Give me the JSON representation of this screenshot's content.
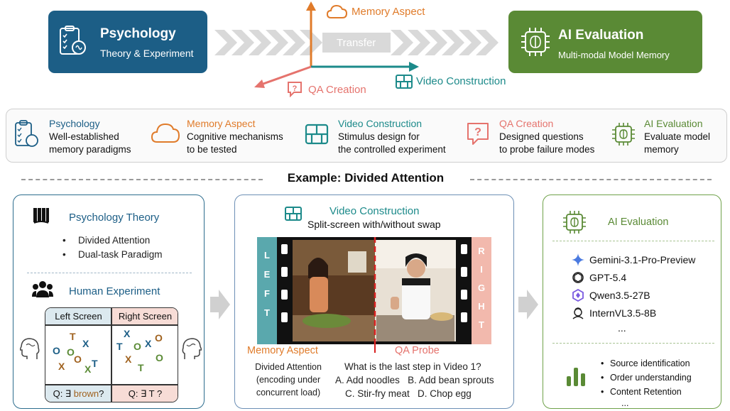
{
  "top": {
    "psych_title": "Psychology",
    "psych_sub": "Theory & Experiment",
    "transfer": "Transfer",
    "memory_aspect": "Memory Aspect",
    "video_construction": "Video Construction",
    "qa_creation": "QA Creation",
    "ai_title": "AI Evaluation",
    "ai_sub": "Multi-modal Model Memory"
  },
  "legend": [
    {
      "title": "Psychology",
      "desc1": "Well-established",
      "desc2": "memory paradigms",
      "color": "#1c5e86"
    },
    {
      "title": "Memory Aspect",
      "desc1": "Cognitive mechanisms",
      "desc2": "to be tested",
      "color": "#e07b2a"
    },
    {
      "title": "Video Construction",
      "desc1": "Stimulus design for",
      "desc2": "the controlled experiment",
      "color": "#1c8a8a"
    },
    {
      "title": "QA Creation",
      "desc1": "Designed questions",
      "desc2": "to probe failure modes",
      "color": "#e5736d"
    },
    {
      "title": "AI Evaluation",
      "desc1": "Evaluate model",
      "desc2": "memory",
      "color": "#5a8a35"
    }
  ],
  "example_title": "Example: Divided Attention",
  "left_panel": {
    "theory_title": "Psychology Theory",
    "theory_items": [
      "Divided Attention",
      "Dual-task Paradigm"
    ],
    "experiment_title": "Human Experiment",
    "left_screen": "Left Screen",
    "right_screen": "Right Screen",
    "q_left_prefix": "Q: ∃ ",
    "q_left_word": "brown",
    "q_left_suffix": "?",
    "q_right": "Q: ∃ T ?"
  },
  "mid_panel": {
    "title": "Video Construction",
    "subtitle": "Split-screen with/without swap",
    "left_letters": [
      "L",
      "E",
      "F",
      "T"
    ],
    "right_letters": [
      "R",
      "I",
      "G",
      "H",
      "T"
    ],
    "memory_title": "Memory Aspect",
    "memory_lines": [
      "Divided Attention",
      "(encoding under",
      "concurrent load)"
    ],
    "qa_title": "QA Probe",
    "qa_question": "What is the last step in Video 1?",
    "qa_options_1": "A. Add noodles   B. Add bean sprouts",
    "qa_options_2": "C. Stir-fry meat   D. Chop egg"
  },
  "right_panel": {
    "title": "AI Evaluation",
    "models": [
      "Gemini-3.1-Pro-Preview",
      "GPT-5.4",
      "Qwen3.5-27B",
      "InternVL3.5-8B"
    ],
    "models_more": "...",
    "aspects": [
      "Source identification",
      "Order understanding",
      "Content Retention"
    ],
    "aspects_more": "..."
  },
  "colors": {
    "psych_blue": "#1c5e86",
    "memory_orange": "#e07b2a",
    "video_teal": "#1c8a8a",
    "qa_salmon": "#e5736d",
    "ai_green": "#5a8a35"
  }
}
